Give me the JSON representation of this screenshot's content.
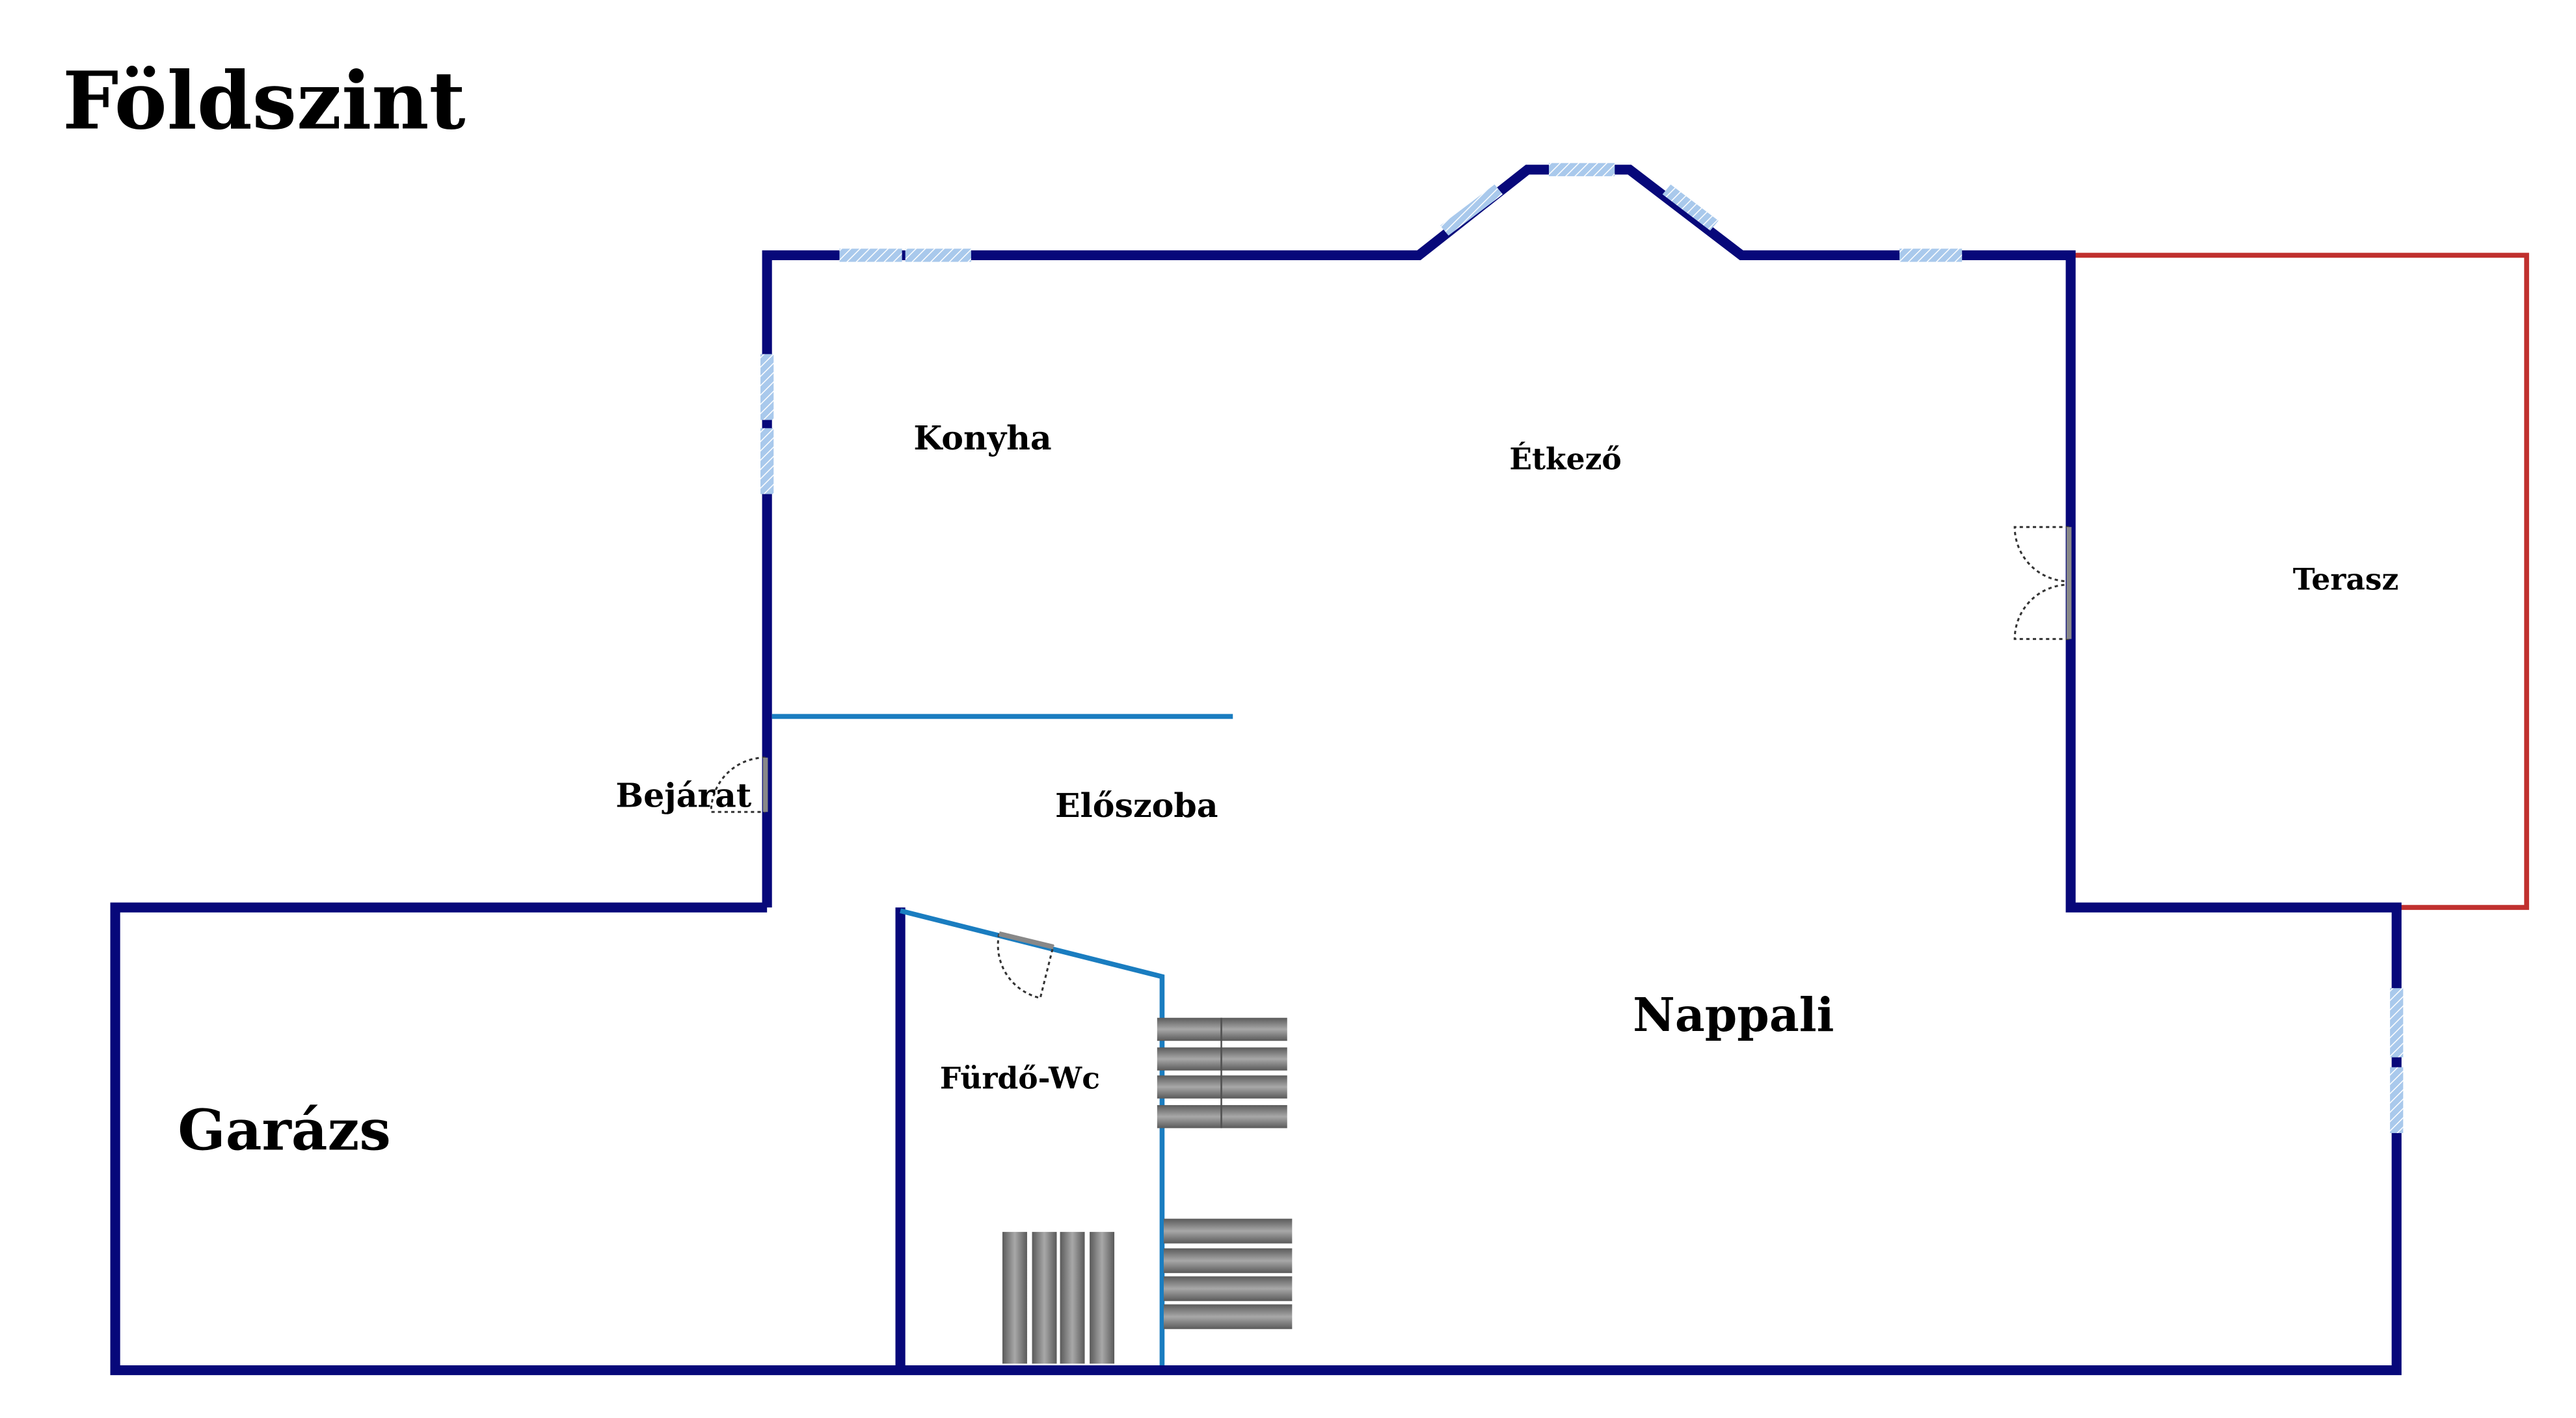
{
  "floor_title": "Földszint",
  "rooms": {
    "konyha": "Konyha",
    "etkezo": "Étkező",
    "terasz": "Terasz",
    "bejarat": "Bejárat",
    "eloszoba": "Előszoba",
    "nappali": "Nappali",
    "furdo_wc": "Fürdő-Wc",
    "garazs": "Garázs"
  },
  "colors": {
    "outer_wall": "#07087a",
    "inner_wall": "#1a7dc0",
    "terrace_outline": "#c0302e",
    "window": "#a9c9ec",
    "radiator": "#808080"
  }
}
